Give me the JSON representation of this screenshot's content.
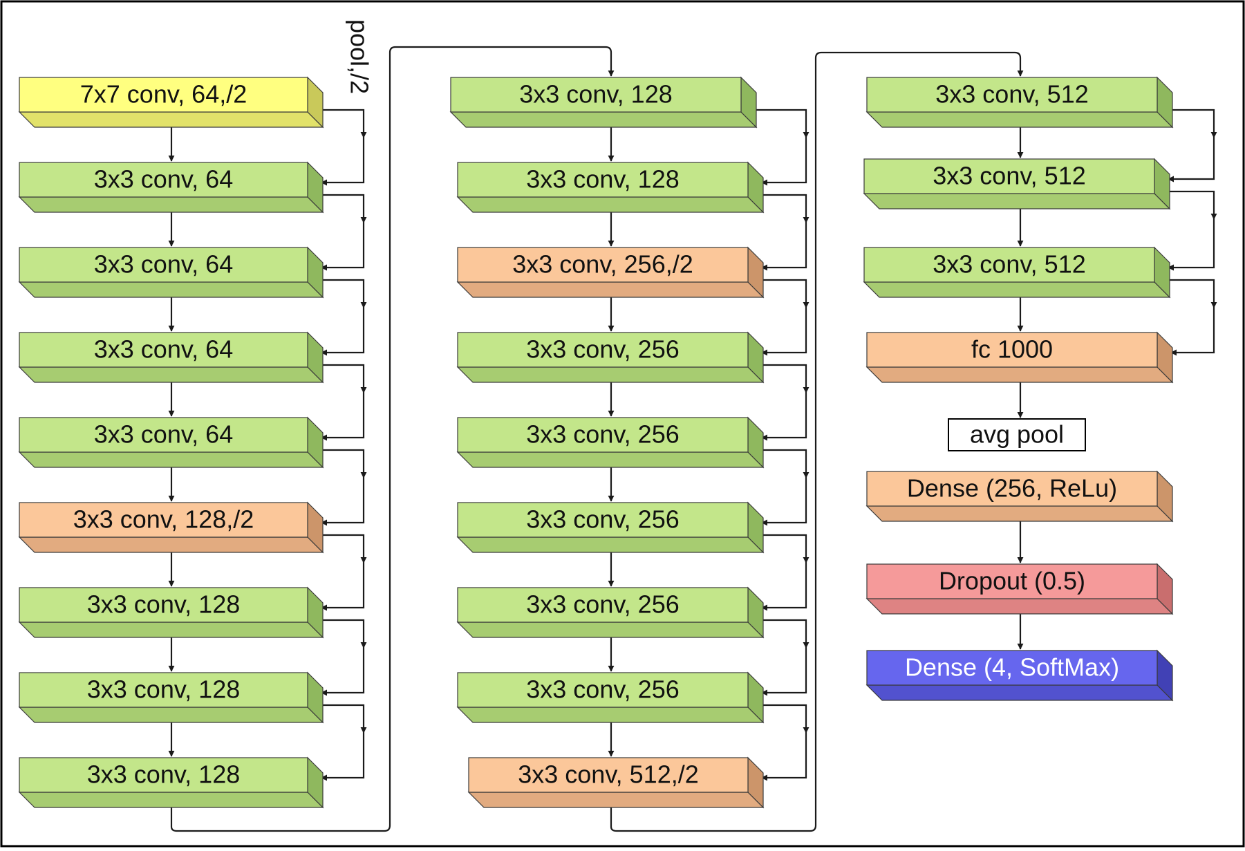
{
  "diagram": {
    "pool_label": "pool,/2",
    "columns": [
      {
        "blocks": [
          {
            "label": "7x7 conv, 64,/2",
            "color": "yellow"
          },
          {
            "label": "3x3 conv, 64",
            "color": "green"
          },
          {
            "label": "3x3 conv, 64",
            "color": "green"
          },
          {
            "label": "3x3 conv, 64",
            "color": "green"
          },
          {
            "label": "3x3 conv, 64",
            "color": "green"
          },
          {
            "label": "3x3 conv, 128,/2",
            "color": "orange"
          },
          {
            "label": "3x3 conv, 128",
            "color": "green"
          },
          {
            "label": "3x3 conv, 128",
            "color": "green"
          },
          {
            "label": "3x3 conv, 128",
            "color": "green"
          }
        ]
      },
      {
        "blocks": [
          {
            "label": "3x3 conv, 128",
            "color": "green"
          },
          {
            "label": "3x3 conv, 128",
            "color": "green"
          },
          {
            "label": "3x3 conv, 256,/2",
            "color": "orange"
          },
          {
            "label": "3x3 conv, 256",
            "color": "green"
          },
          {
            "label": "3x3 conv, 256",
            "color": "green"
          },
          {
            "label": "3x3 conv, 256",
            "color": "green"
          },
          {
            "label": "3x3 conv, 256",
            "color": "green"
          },
          {
            "label": "3x3 conv, 256",
            "color": "green"
          },
          {
            "label": "3x3 conv, 512,/2",
            "color": "orange"
          }
        ]
      },
      {
        "blocks": [
          {
            "label": "3x3 conv, 512",
            "color": "green"
          },
          {
            "label": "3x3 conv, 512",
            "color": "green"
          },
          {
            "label": "3x3 conv, 512",
            "color": "green"
          },
          {
            "label": "fc 1000",
            "color": "orange"
          },
          {
            "label": "avg pool",
            "color": "white"
          },
          {
            "label": "Dense (256, ReLu)",
            "color": "orange"
          },
          {
            "label": "Dropout (0.5)",
            "color": "red"
          },
          {
            "label": "Dense (4, SoftMax)",
            "color": "blue"
          }
        ]
      }
    ],
    "palette": {
      "yellow": {
        "front": "#ffff80",
        "top": "#e2e26a",
        "side": "#c9c95a"
      },
      "green": {
        "front": "#c3e68a",
        "top": "#a7cc71",
        "side": "#8fb85e"
      },
      "orange": {
        "front": "#fbc79a",
        "top": "#e2ab80",
        "side": "#cc956a"
      },
      "red": {
        "front": "#f59a9a",
        "top": "#de8383",
        "side": "#c96e6e"
      },
      "blue": {
        "front": "#6666ee",
        "top": "#5252cf",
        "side": "#4141b5"
      },
      "white": {
        "front": "#ffffff"
      },
      "stroke": "#3a3a3a",
      "frame": "#000000"
    }
  }
}
